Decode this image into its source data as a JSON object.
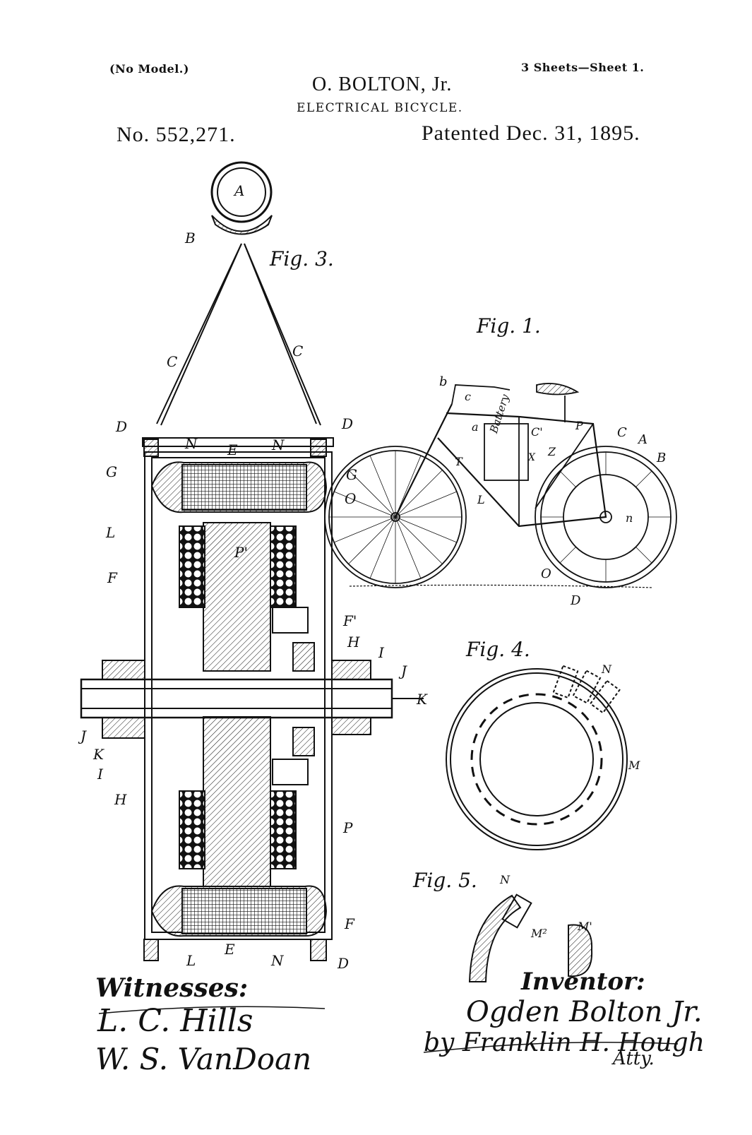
{
  "header": {
    "no_model": "(No Model.)",
    "sheets": "3 Sheets—Sheet 1.",
    "inventor_name": "O. BOLTON, Jr.",
    "invention_title": "ELECTRICAL BICYCLE.",
    "patent_number": "No. 552,271.",
    "patent_date": "Patented Dec. 31, 1895."
  },
  "figures": {
    "fig1": "Fig. 1.",
    "fig3": "Fig. 3.",
    "fig4": "Fig. 4.",
    "fig5": "Fig. 5."
  },
  "labels": {
    "fig3": [
      "A",
      "B",
      "C",
      "C",
      "D",
      "D",
      "N",
      "E",
      "N",
      "G",
      "G",
      "O",
      "L",
      "P'",
      "F",
      "F'",
      "H",
      "I",
      "J",
      "K",
      "J",
      "K",
      "I",
      "H",
      "P",
      "F",
      "L",
      "E",
      "N",
      "D"
    ],
    "fig1": [
      "b",
      "c",
      "a",
      "C'",
      "P",
      "C",
      "A",
      "B",
      "T",
      "Battery",
      "X",
      "Z",
      "L",
      "n",
      "O",
      "D"
    ],
    "fig4": [
      "N",
      "M"
    ],
    "fig5": [
      "N",
      "M²",
      "M'"
    ]
  },
  "signatures": {
    "witnesses_heading": "Witnesses:",
    "witness1": "L. C. Hills",
    "witness2": "W. S. VanDoan",
    "inventor_heading": "Inventor:",
    "inventor_signature": "Ogden Bolton Jr.",
    "attorney_signature": "by Franklin H. Hough",
    "attorney_suffix": "Atty."
  },
  "colors": {
    "ink": "#111111",
    "paper": "#ffffff"
  }
}
